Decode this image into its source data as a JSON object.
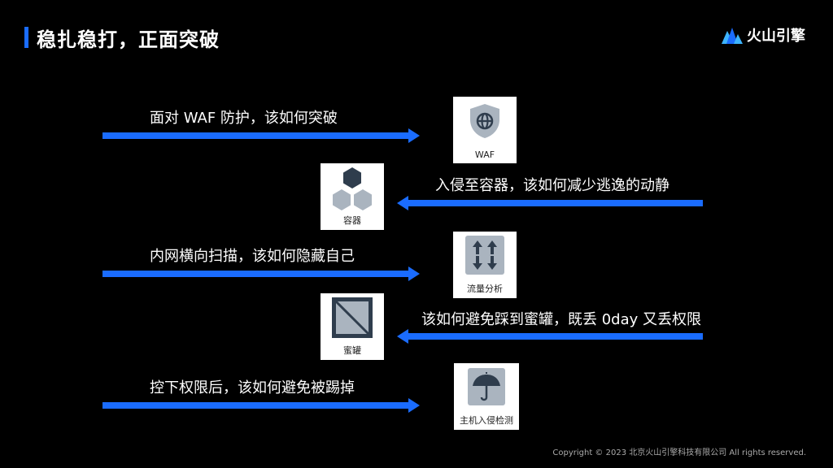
{
  "header": {
    "title": "稳扎稳打，正面突破"
  },
  "logo": {
    "text": "火山引擎",
    "icon": "volcano-engine-logo-icon"
  },
  "rows": [
    {
      "text": "面对 WAF 防护，该如何突破",
      "direction": "right",
      "card_label": "WAF",
      "icon": "waf-shield-globe-icon"
    },
    {
      "text": "入侵至容器，该如何减少逃逸的动静",
      "direction": "left",
      "card_label": "容器",
      "icon": "container-hexagons-icon"
    },
    {
      "text": "内网横向扫描，该如何隐藏自己",
      "direction": "right",
      "card_label": "流量分析",
      "icon": "traffic-arrows-icon"
    },
    {
      "text": "该如何避免踩到蜜罐，既丢 0day 又丢权限",
      "direction": "left",
      "card_label": "蜜罐",
      "icon": "honeypot-box-icon"
    },
    {
      "text": "控下权限后，该如何避免被踢掉",
      "direction": "right",
      "card_label": "主机入侵检测",
      "icon": "umbrella-icon"
    }
  ],
  "colors": {
    "accent": "#1a6cff",
    "icon_gray": "#8a96a3",
    "icon_dark": "#3a4a5c"
  },
  "footer": {
    "copyright": "Copyright © 2023 北京火山引擎科技有限公司 All rights reserved."
  }
}
